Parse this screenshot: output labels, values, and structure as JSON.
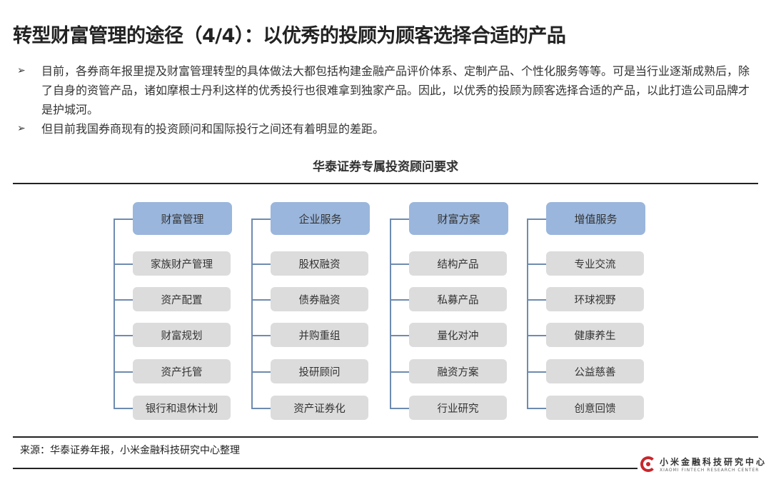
{
  "title": "转型财富管理的途径（4/4）：以优秀的投顾为顾客选择合适的产品",
  "bullets": [
    "目前，各券商年报里提及财富管理转型的具体做法大都包括构建金融产品评价体系、定制产品、个性化服务等等。可是当行业逐渐成熟后，除了自身的资管产品，诸如摩根士丹利这样的优秀投行也很难拿到独家产品。因此，以优秀的投顾为顾客选择合适的产品，以此打造公司品牌才是护城河。",
    "但目前我国券商现有的投资顾问和国际投行之间还有着明显的差距。"
  ],
  "bullet_symbol": "➢",
  "diagram": {
    "title": "华泰证券专属投资顾问要求",
    "columns": [
      {
        "header": "财富管理",
        "items": [
          "家族财产管理",
          "资产配置",
          "财富规划",
          "资产托管",
          "银行和退休计划"
        ]
      },
      {
        "header": "企业服务",
        "items": [
          "股权融资",
          "债券融资",
          "并购重组",
          "投研顾问",
          "资产证券化"
        ]
      },
      {
        "header": "财富方案",
        "items": [
          "结构产品",
          "私募产品",
          "量化对冲",
          "融资方案",
          "行业研究"
        ]
      },
      {
        "header": "增值服务",
        "items": [
          "专业交流",
          "环球视野",
          "健康养生",
          "公益慈善",
          "创意回馈"
        ]
      }
    ]
  },
  "source": "来源：华泰证券年报，小米金融科技研究中心整理",
  "logo": {
    "cn": "小米金融科技研究中心",
    "en": "XIAOMI FINTECH RESEARCH CENTER"
  },
  "colors": {
    "header_box": "#9ab6dc",
    "item_box": "#dcdcdc",
    "connector": "#6e8bb0",
    "logo_red": "#c8262b"
  }
}
